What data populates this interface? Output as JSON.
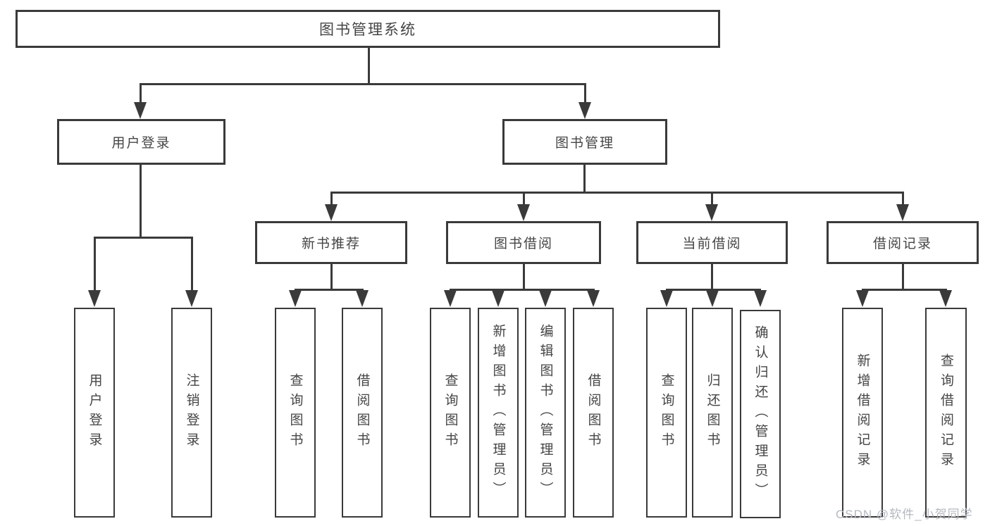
{
  "tree": {
    "label": "图书管理系统",
    "children": [
      {
        "label": "用户登录",
        "children": [
          {
            "label": "用户登录"
          },
          {
            "label": "注销登录"
          }
        ]
      },
      {
        "label": "图书管理",
        "children": [
          {
            "label": "新书推荐",
            "children": [
              {
                "label": "查询图书"
              },
              {
                "label": "借阅图书"
              }
            ]
          },
          {
            "label": "图书借阅",
            "children": [
              {
                "label": "查询图书"
              },
              {
                "label": "新增图书（管理员）"
              },
              {
                "label": "编辑图书（管理员）"
              },
              {
                "label": "借阅图书"
              }
            ]
          },
          {
            "label": "当前借阅",
            "children": [
              {
                "label": "查询图书"
              },
              {
                "label": "归还图书"
              },
              {
                "label": "确认归还（管理员）"
              }
            ]
          },
          {
            "label": "借阅记录",
            "children": [
              {
                "label": "新增借阅记录"
              },
              {
                "label": "查询借阅记录"
              }
            ]
          }
        ]
      }
    ]
  },
  "watermark": {
    "text": "CSDN @软件_小贺同学"
  },
  "colors": {
    "line": "#3a3a3a",
    "text": "#454545",
    "background": "#ffffff",
    "watermark": "#b4b8c0"
  }
}
